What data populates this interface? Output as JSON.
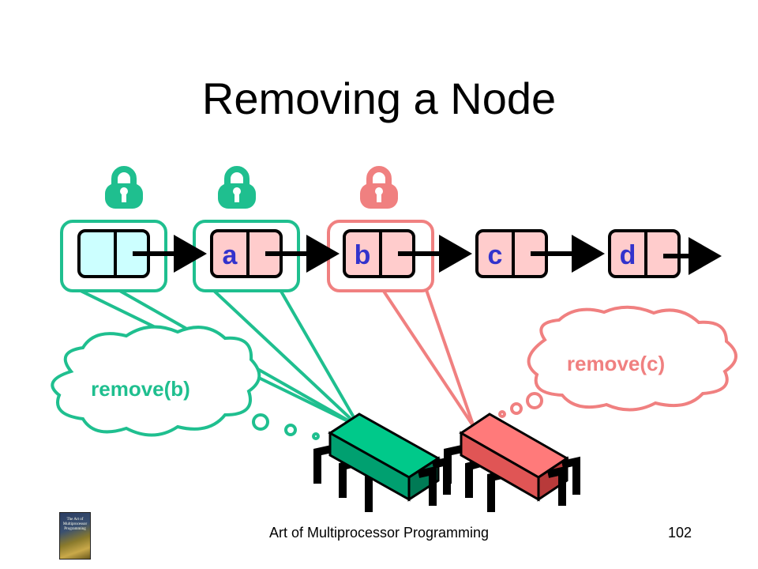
{
  "slide": {
    "title": "Removing a Node",
    "footer": "Art of Multiprocessor Programming",
    "page_number": "102"
  },
  "nodes": [
    {
      "label": ""
    },
    {
      "label": "a"
    },
    {
      "label": "b"
    },
    {
      "label": "c"
    },
    {
      "label": "d"
    }
  ],
  "threads": {
    "green": {
      "call": "remove(b)"
    },
    "red": {
      "call": "remove(c)"
    }
  },
  "colors": {
    "green": "#1fbf8f",
    "green_body": "#00c98a",
    "red": "#f08080",
    "red_body": "#ff7a7a",
    "sentinel_fill": "#ccffff",
    "node_fill": "#ffcccc",
    "label_color": "#3333cc"
  },
  "book_cover": {
    "title": "The Art of Multiprocessor Programming"
  }
}
